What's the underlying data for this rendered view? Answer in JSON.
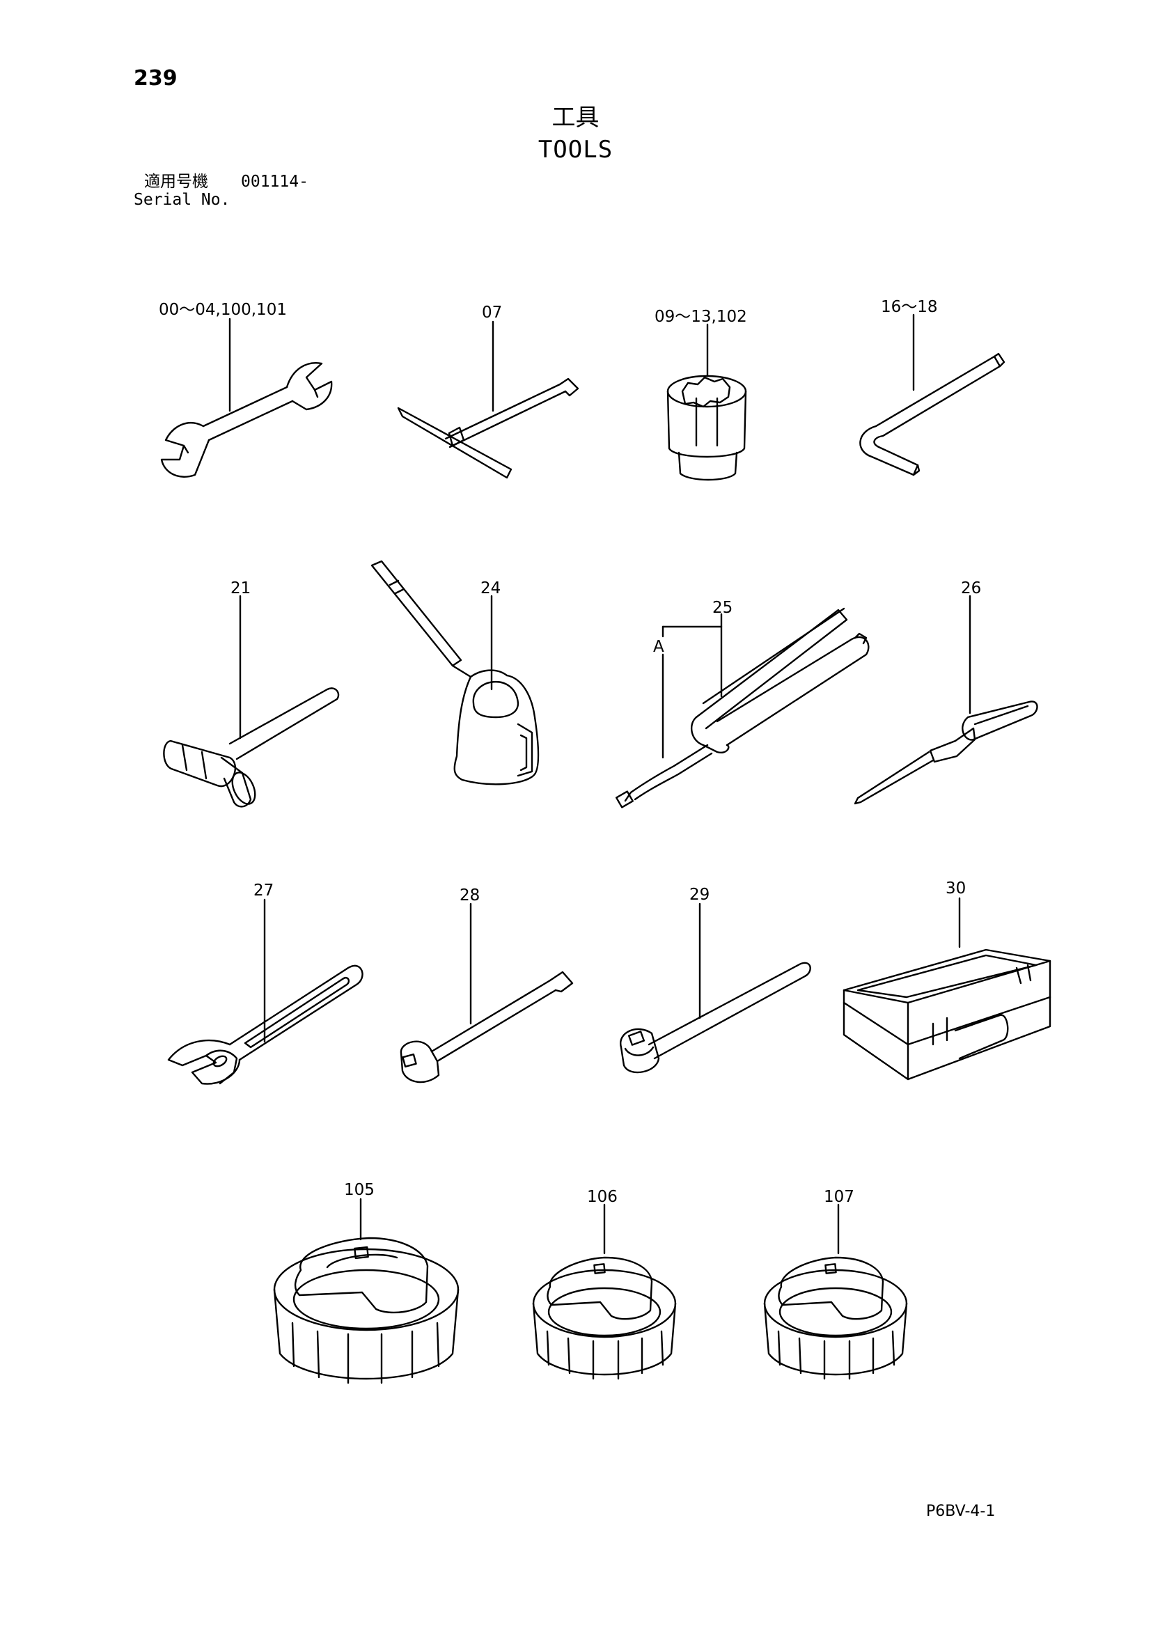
{
  "header": {
    "page_number": "239",
    "title_jp": "工具",
    "title_en": "TOOLS",
    "serial_label_jp": "適用号機",
    "serial_value": "001114-",
    "serial_label_en": "Serial No."
  },
  "callouts": [
    {
      "id": "wrench",
      "label": "00～04,100,101"
    },
    {
      "id": "t-wrench",
      "label": "07"
    },
    {
      "id": "socket",
      "label": "09～13,102"
    },
    {
      "id": "hex-key",
      "label": "16～18"
    },
    {
      "id": "hammer",
      "label": "21"
    },
    {
      "id": "oil-can",
      "label": "24"
    },
    {
      "id": "grease-gun",
      "label": "25"
    },
    {
      "id": "grease-gun-sub",
      "label": "A"
    },
    {
      "id": "screwdriver",
      "label": "26"
    },
    {
      "id": "adjustable-wrench",
      "label": "27"
    },
    {
      "id": "extension-bar",
      "label": "28"
    },
    {
      "id": "ratchet-handle",
      "label": "29"
    },
    {
      "id": "tool-box",
      "label": "30"
    },
    {
      "id": "filter-wrench-1",
      "label": "105"
    },
    {
      "id": "filter-wrench-2",
      "label": "106"
    },
    {
      "id": "filter-wrench-3",
      "label": "107"
    }
  ],
  "footer": {
    "doc_code": "P6BV-4-1"
  }
}
